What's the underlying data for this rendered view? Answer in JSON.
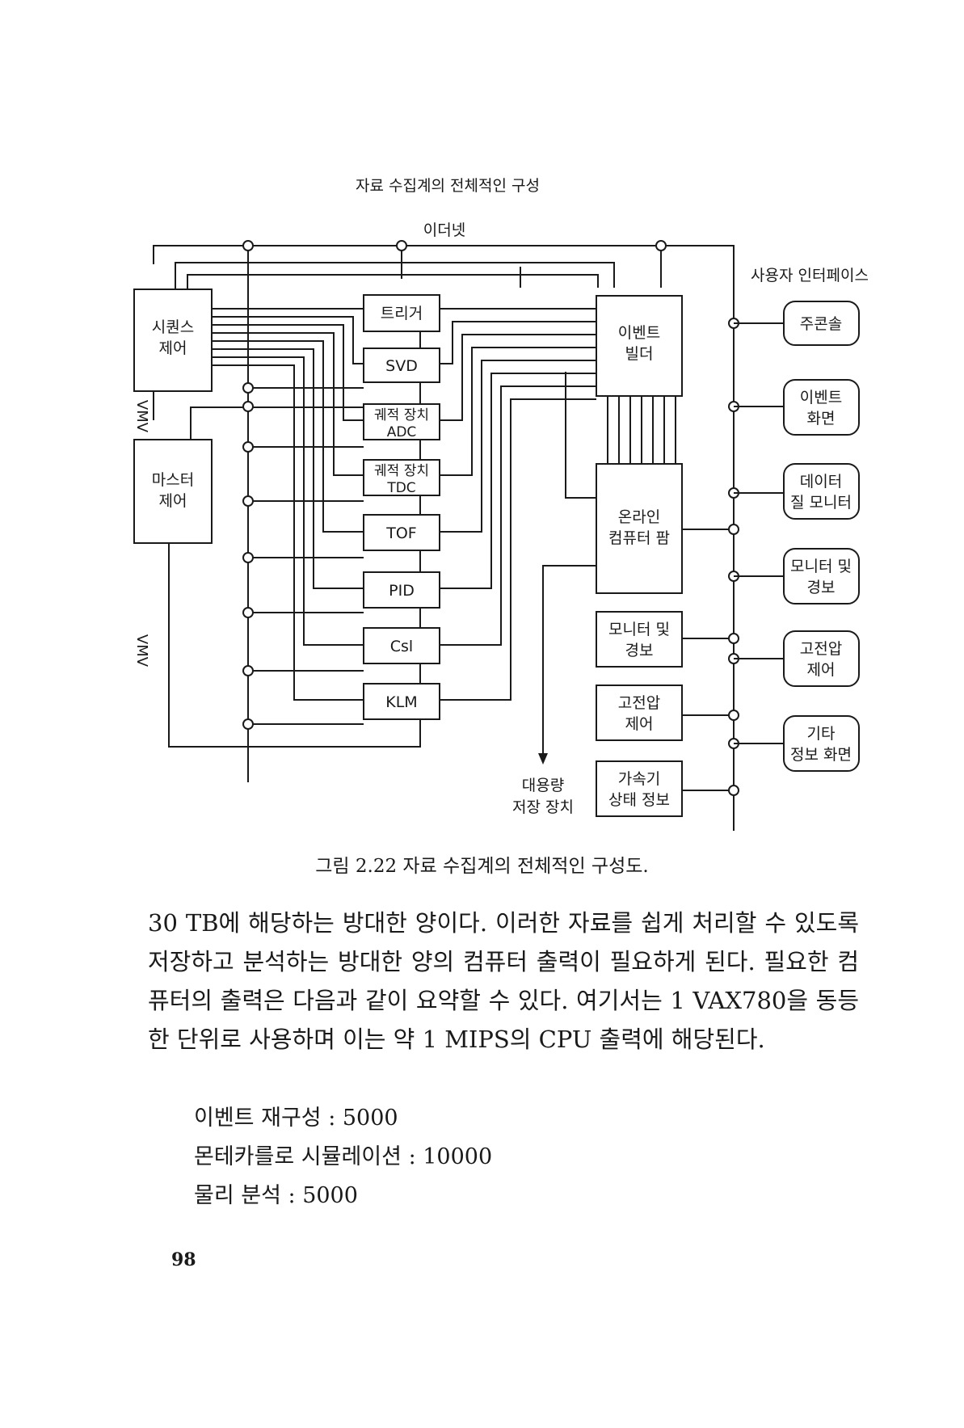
{
  "diagram": {
    "title": "자료 수집계의 전체적인 구성",
    "ethernet_label": "이더넷",
    "user_interface_label": "사용자 인터페이스",
    "vme_label_top": "VMV",
    "vme_label_bottom": "VMV",
    "sequence_control": [
      "시퀀스",
      "제어"
    ],
    "master_control": [
      "마스터",
      "제어"
    ],
    "detectors": {
      "trigger": "트리거",
      "svd": "SVD",
      "adc": [
        "궤적 장치",
        "ADC"
      ],
      "tdc": [
        "궤적 장치",
        "TDC"
      ],
      "tof": "TOF",
      "pid": "PID",
      "csi": "Csl",
      "klm": "KLM"
    },
    "event_builder": [
      "이벤트",
      "빌더"
    ],
    "online_farm": [
      "온라인",
      "컴퓨터 팜"
    ],
    "mass_storage": [
      "대용량",
      "저장 장치"
    ],
    "center_modules": [
      [
        "모니터 및",
        "경보"
      ],
      [
        "고전압",
        "제어"
      ],
      [
        "가속기",
        "상태 정보"
      ]
    ],
    "ui_items": [
      [
        "주콘솔"
      ],
      [
        "이벤트",
        "화면"
      ],
      [
        "데이터",
        "질 모니터"
      ],
      [
        "모니터 및",
        "경보"
      ],
      [
        "고전압",
        "제어"
      ],
      [
        "기타",
        "정보 화면"
      ]
    ]
  },
  "caption": "그림 2.22  자료 수집계의 전체적인 구성도.",
  "paragraph": "30 TB에 해당하는 방대한 양이다. 이러한 자료를 쉽게 처리할 수 있도록 저장하고 분석하는 방대한 양의 컴퓨터 출력이 필요하게 된다. 필요한 컴퓨터의 출력은 다음과 같이 요약할 수 있다. 여기서는 1 VAX780을 동등한 단위로 사용하며 이는 약 1 MIPS의 CPU 출력에 해당된다.",
  "list": [
    "이벤트 재구성 : 5000",
    "몬테카를로 시뮬레이션 : 10000",
    "물리 분석 : 5000"
  ],
  "page_number": "98"
}
